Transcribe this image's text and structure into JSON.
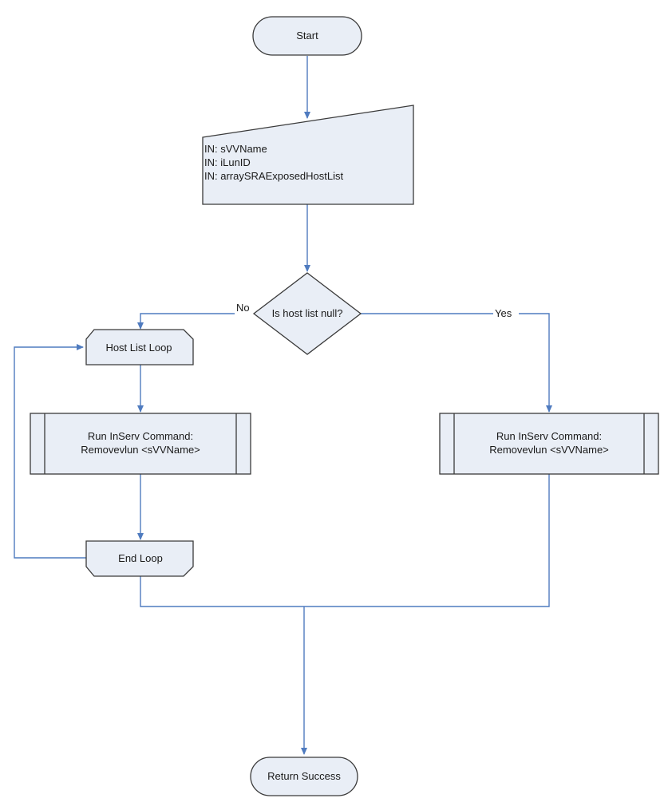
{
  "nodes": {
    "start": "Start",
    "inputs": [
      "IN: sVVName",
      "IN: iLunID",
      "IN: arraySRAExposedHostList"
    ],
    "decision": "Is host list null?",
    "loop_start": "Host List Loop",
    "run_left": [
      "Run InServ Command:",
      "Removevlun <sVVName>"
    ],
    "run_right": [
      "Run InServ Command:",
      "Removevlun <sVVName>"
    ],
    "loop_end": "End Loop",
    "end": "Return Success"
  },
  "edges": {
    "no_label": "No",
    "yes_label": "Yes"
  },
  "colors": {
    "shape_fill": "#e9eef6",
    "shape_stroke": "#3a3a3a",
    "connector": "#4f7bbf"
  }
}
